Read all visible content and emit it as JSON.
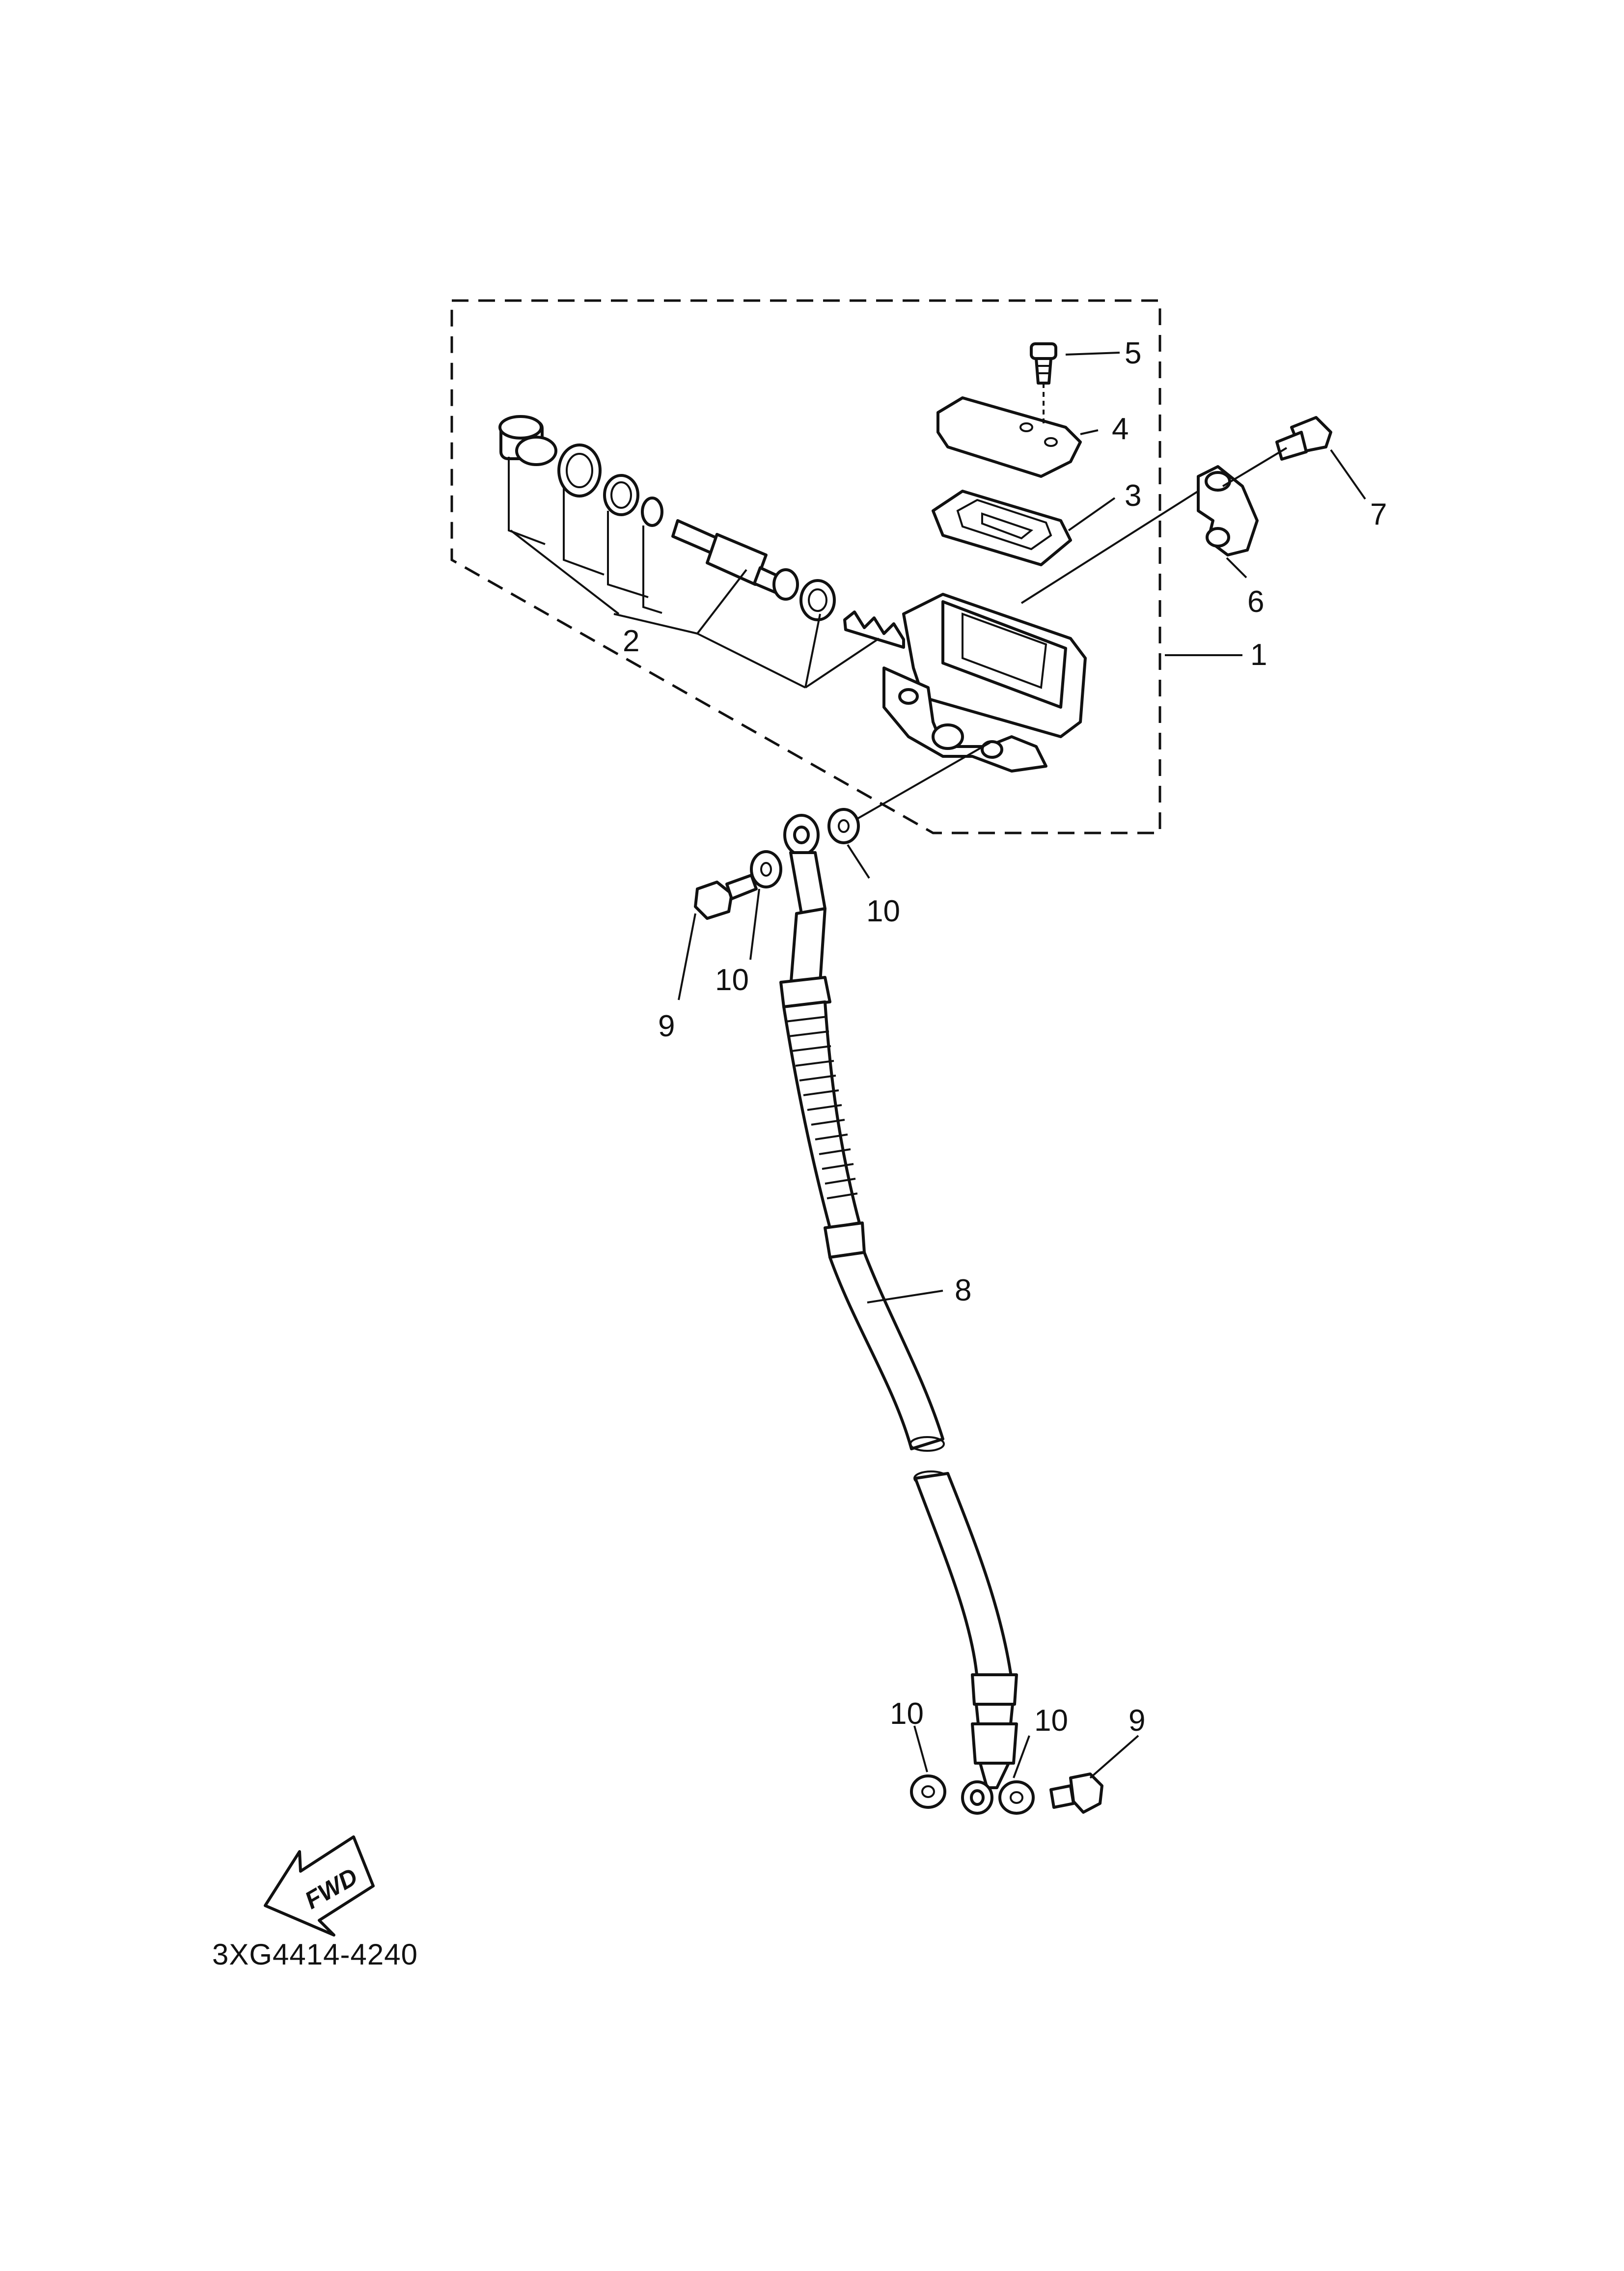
{
  "diagram": {
    "part_labels": {
      "p1": "1",
      "p2": "2",
      "p3": "3",
      "p4": "4",
      "p5": "5",
      "p6": "6",
      "p7": "7",
      "p8": "8",
      "p9_top": "9",
      "p9_bottom": "9",
      "p10_a": "10",
      "p10_b": "10",
      "p10_c": "10",
      "p10_d": "10"
    },
    "fwd_label": "FWD",
    "diagram_code": "3XG4414-4240",
    "icons": [
      "fwd-arrow-icon"
    ]
  }
}
